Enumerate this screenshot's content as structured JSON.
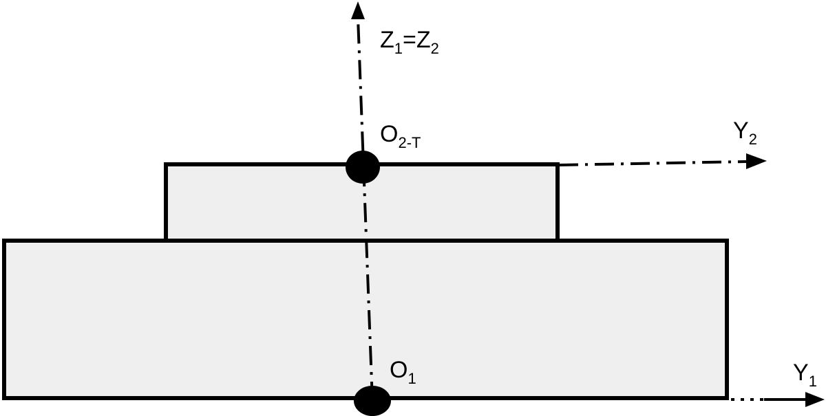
{
  "colors": {
    "ink": "#000000",
    "block_fill": "#efefef",
    "background": "#ffffff"
  },
  "labels": {
    "z_axis": {
      "z1_main": "Z",
      "z1_sub": "1",
      "equals": "=",
      "z2_main": "Z",
      "z2_sub": "2"
    },
    "o2": {
      "main": "O",
      "sub": "2-T"
    },
    "y2": {
      "main": "Y",
      "sub": "2"
    },
    "o1": {
      "main": "O",
      "sub": "1"
    },
    "y1": {
      "main": "Y",
      "sub": "1"
    }
  }
}
